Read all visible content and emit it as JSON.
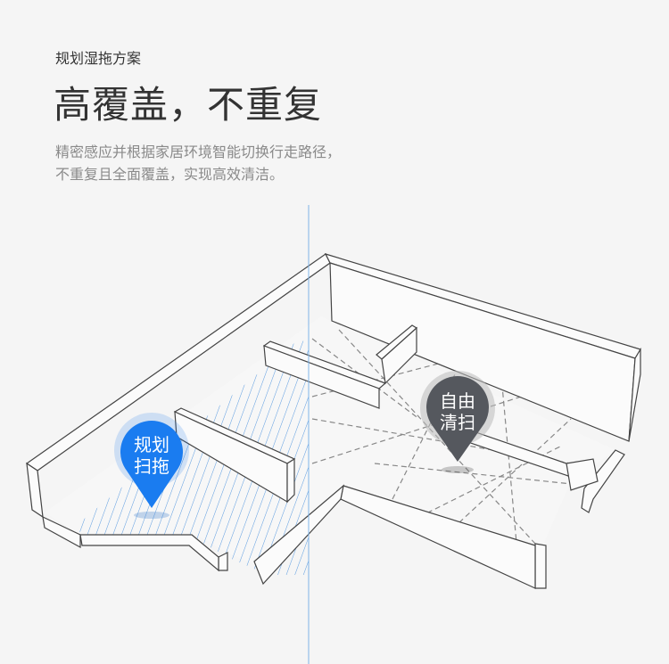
{
  "eyebrow": "规划湿拖方案",
  "title": "高覆盖，不重复",
  "description": {
    "line1": "精密感应并根据家居环境智能切换行走路径，",
    "line2": "不重复且全面覆盖，实现高效清洁。"
  },
  "pins": {
    "planned": {
      "line1": "规划",
      "line2": "扫拖",
      "color": "#1a7cf0"
    },
    "free": {
      "line1": "自由",
      "line2": "清扫",
      "color": "#55585e"
    }
  }
}
